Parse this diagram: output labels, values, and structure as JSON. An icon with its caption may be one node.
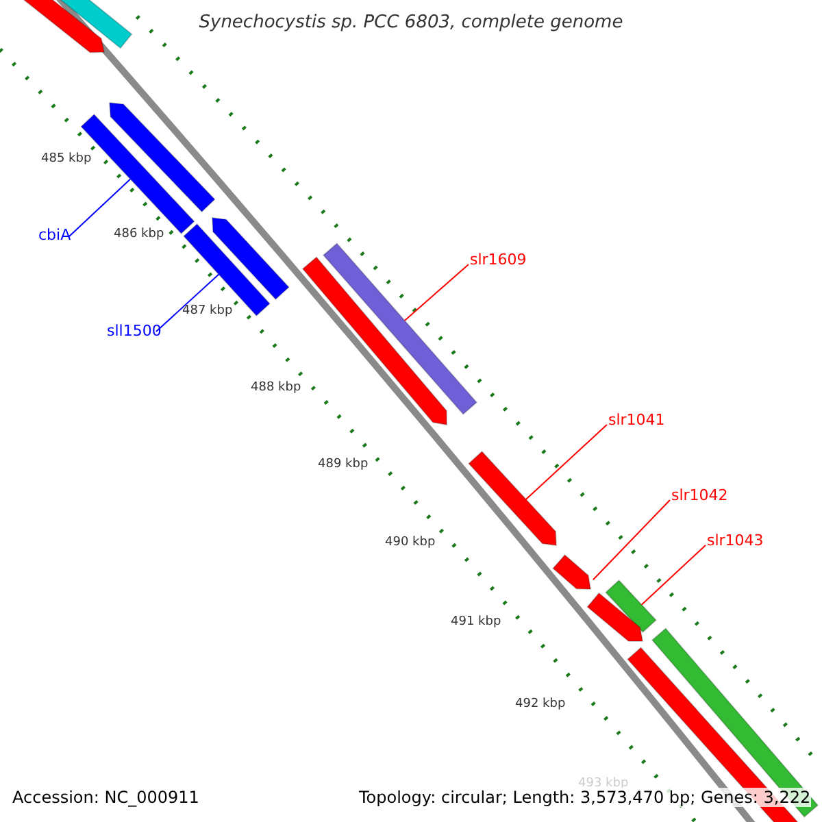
{
  "diagram": {
    "title": "Synechocystis sp. PCC 6803, complete genome",
    "nodes": [
      {
        "text": [],
        "shape": "arrow"
      },
      {
        "text": [],
        "shape": "bar"
      },
      {
        "text": [],
        "shape": "arrow"
      },
      {
        "text": [],
        "shape": "bar"
      },
      {
        "text": [],
        "shape": "arrow"
      },
      {
        "text": [],
        "shape": "bar"
      },
      {
        "text": [
          "cbiA"
        ]
      },
      {
        "text": [
          "sll1500"
        ]
      },
      {
        "text": [],
        "shape": "arrow"
      },
      {
        "text": [],
        "shape": "bar"
      },
      {
        "text": [
          "slr1609"
        ]
      },
      {
        "text": [],
        "shape": "arrow"
      },
      {
        "text": [
          "slr1041"
        ]
      },
      {
        "text": [],
        "shape": "arrow"
      },
      {
        "text": [
          "slr1042"
        ]
      },
      {
        "text": [],
        "shape": "bar"
      },
      {
        "text": [],
        "shape": "arrow"
      },
      {
        "text": [
          "slr1043"
        ]
      },
      {
        "text": [],
        "shape": "bar"
      },
      {
        "text": [],
        "shape": "bar"
      }
    ],
    "edges": [
      {
        "from": 6,
        "to": 3,
        "arrow": "none",
        "color": "#0000ff"
      },
      {
        "from": 7,
        "to": 5,
        "arrow": "none",
        "color": "#0000ff"
      },
      {
        "from": 10,
        "to": 9,
        "arrow": "none"
      },
      {
        "from": 12,
        "to": 11,
        "arrow": "none"
      },
      {
        "from": 14,
        "to": 13,
        "arrow": "none"
      },
      {
        "from": 17,
        "to": 15,
        "arrow": "none"
      }
    ],
    "labels": [
      "485 kbp",
      "486 kbp",
      "487 kbp",
      "488 kbp",
      "489 kbp",
      "490 kbp",
      "491 kbp",
      "492 kbp",
      "493 kbp",
      "Accession: NC_000911",
      "Topology: circular; Length: 3,573,470 bp; Genes: 3,222"
    ]
  }
}
